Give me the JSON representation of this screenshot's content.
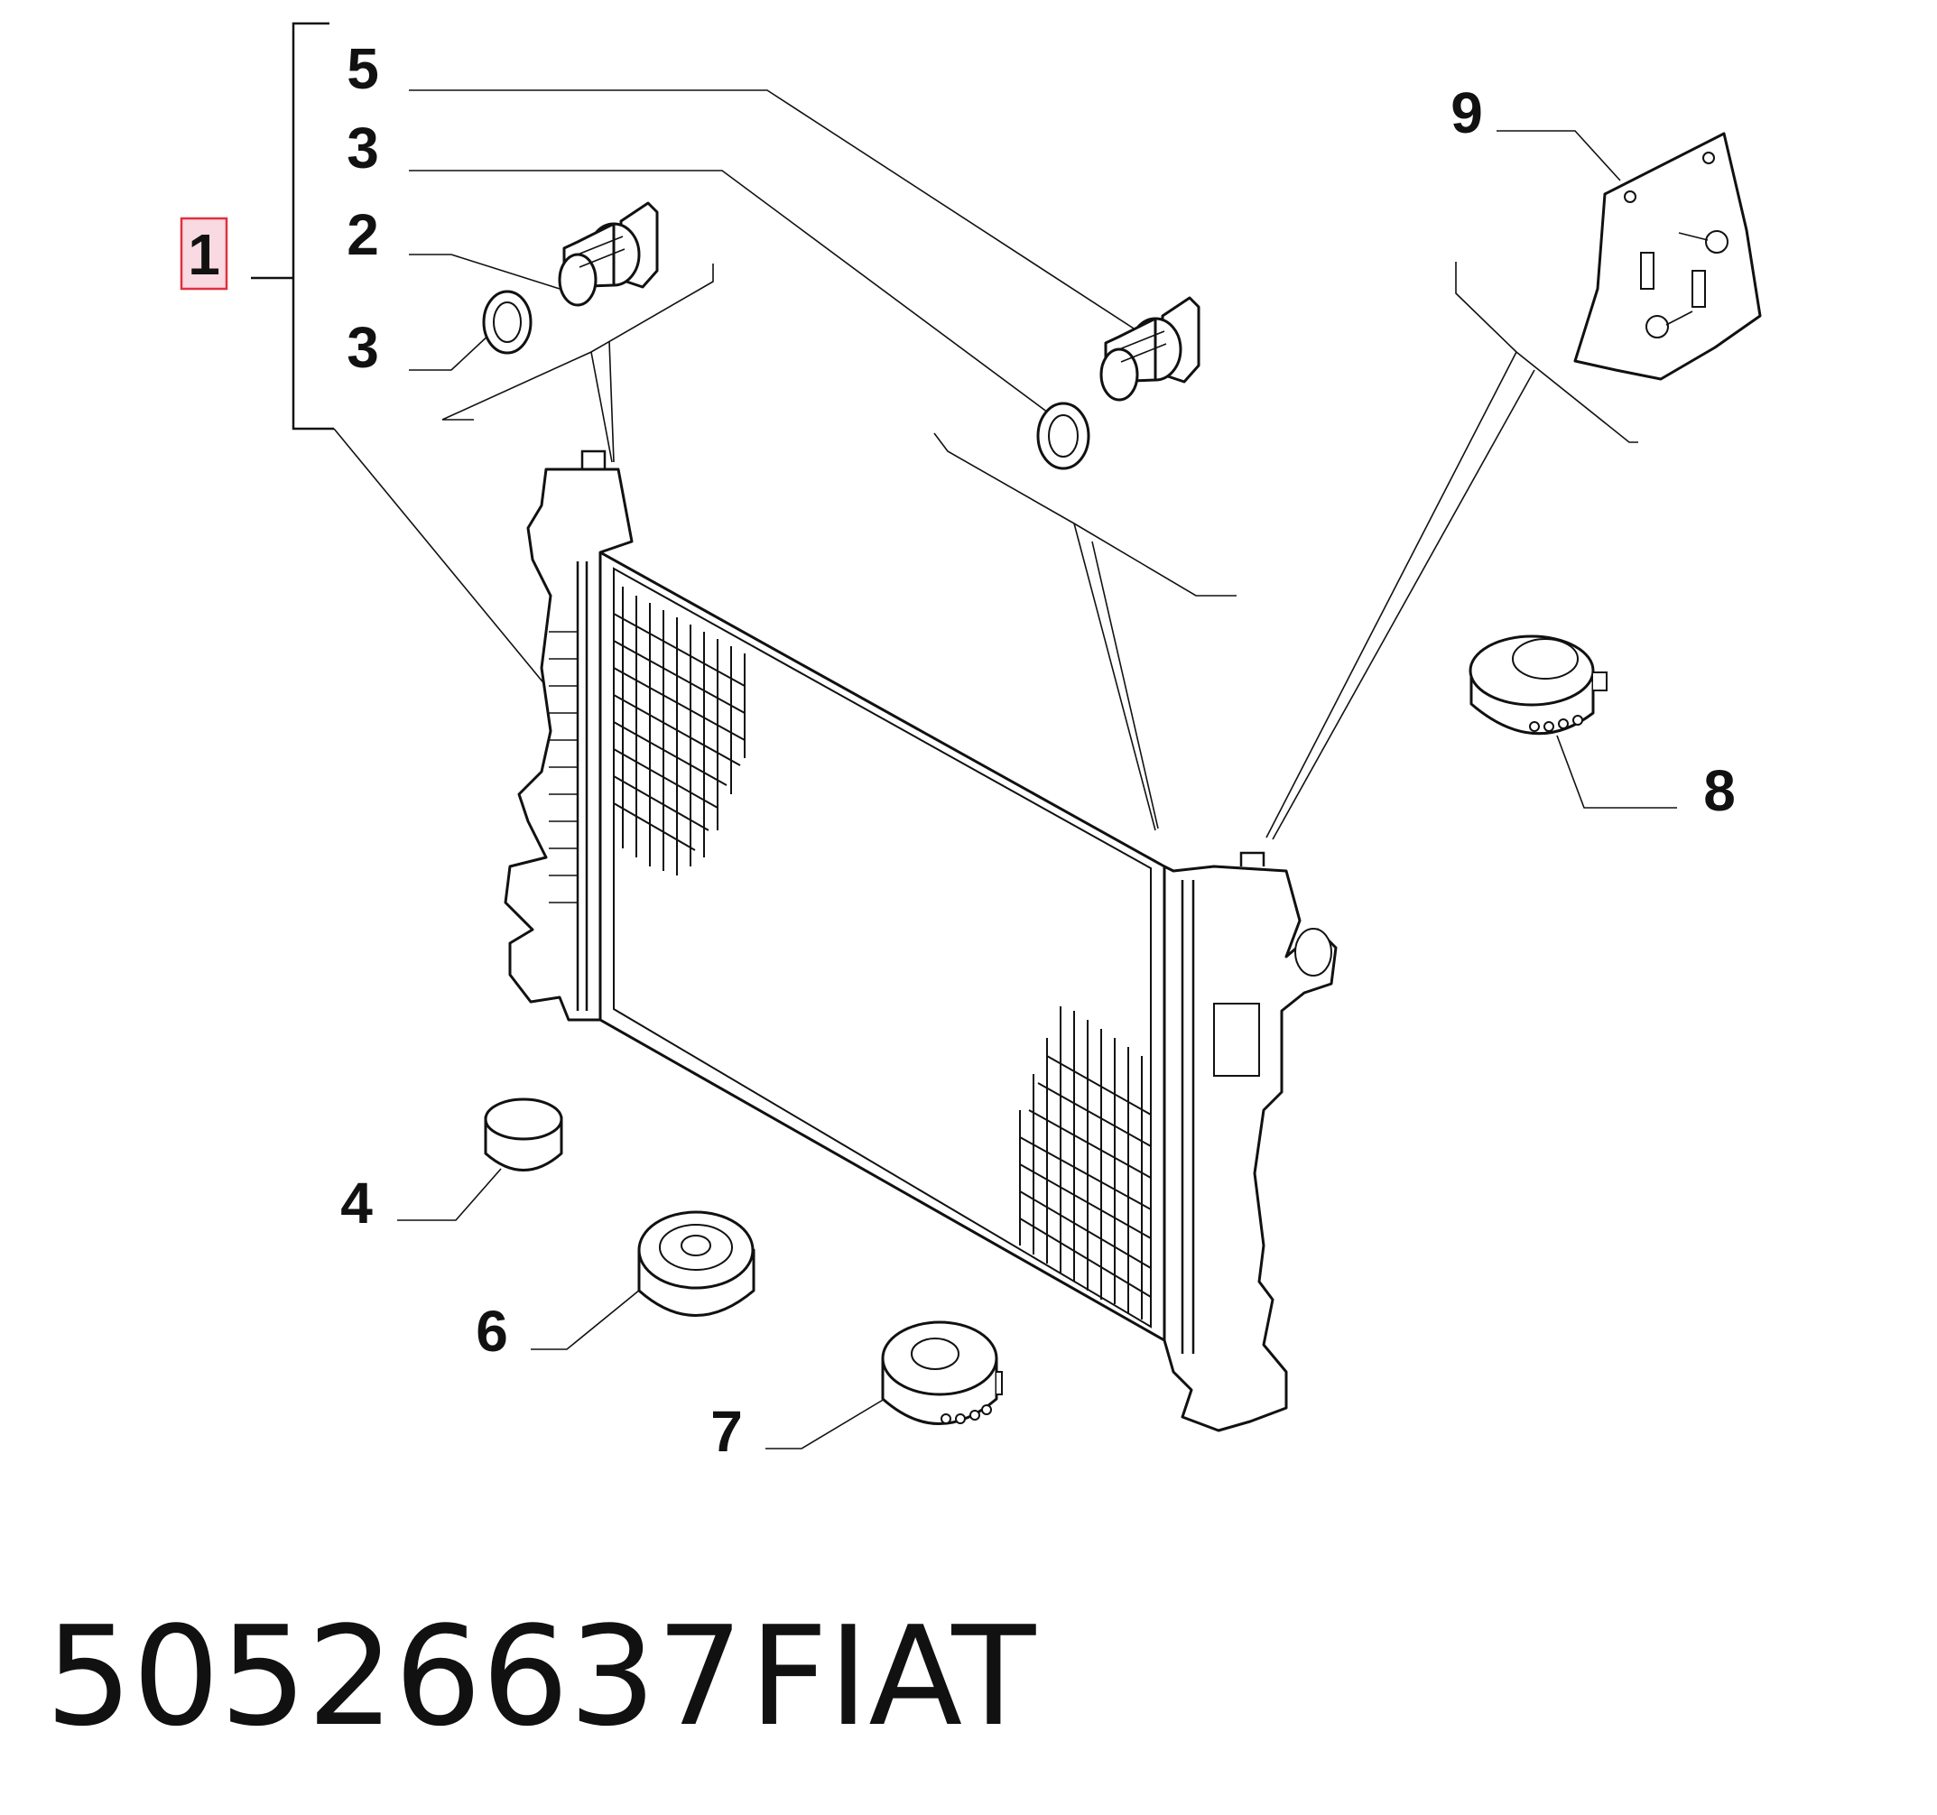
{
  "callouts": {
    "c1": "1",
    "c5": "5",
    "c3a": "3",
    "c2": "2",
    "c3b": "3",
    "c9": "9",
    "c8": "8",
    "c4": "4",
    "c6": "6",
    "c7": "7"
  },
  "footer": {
    "part_number": "50526637",
    "brand": "FIAT"
  },
  "colors": {
    "highlight_fill": "#f9d9e2",
    "highlight_border": "#e0303f",
    "highlight_text": "#555555"
  }
}
